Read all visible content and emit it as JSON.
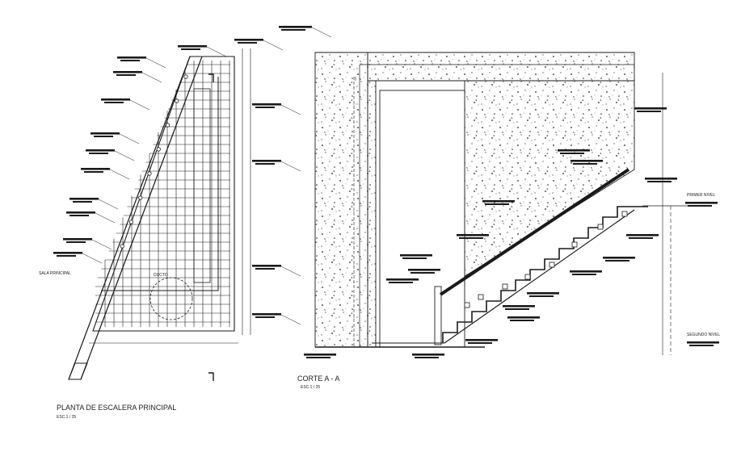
{
  "plan": {
    "title": "PLANTA DE ESCALERA PRINCIPAL",
    "scale": "ESC.1 / 25",
    "label_sala": "SALA PRINCIPAL",
    "label_ducto": "DUCTO"
  },
  "section": {
    "title": "CORTE A - A",
    "scale": "ESC.1 / 25"
  },
  "levels": {
    "upper": "PRIMER NIVEL",
    "lower": "SEGUNDO NIVEL"
  },
  "colors": {
    "line": "#1a1a1a",
    "paper": "#ffffff"
  }
}
